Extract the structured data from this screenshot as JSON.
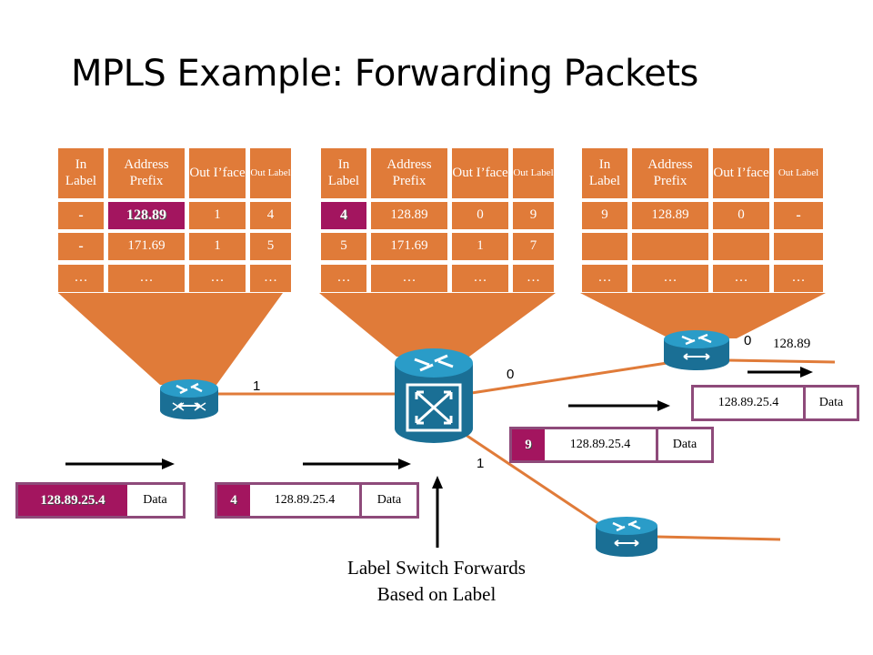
{
  "title": "MPLS Example:  Forwarding Packets",
  "tables": [
    {
      "headers": [
        "In Label",
        "Address Prefix",
        "Out I’face",
        "Out Label"
      ],
      "rows": [
        [
          "-",
          "128.89",
          "1",
          "4"
        ],
        [
          "-",
          "171.69",
          "1",
          "5"
        ],
        [
          "…",
          "…",
          "…",
          "…"
        ]
      ]
    },
    {
      "headers": [
        "In Label",
        "Address Prefix",
        "Out I’face",
        "Out Label"
      ],
      "rows": [
        [
          "4",
          "128.89",
          "0",
          "9"
        ],
        [
          "5",
          "171.69",
          "1",
          "7"
        ],
        [
          "…",
          "…",
          "…",
          "…"
        ]
      ]
    },
    {
      "headers": [
        "In Label",
        "Address Prefix",
        "Out I’face",
        "Out Label"
      ],
      "rows": [
        [
          "9",
          "128.89",
          "0",
          "-"
        ],
        [
          "",
          "",
          "",
          ""
        ],
        [
          "…",
          "…",
          "…",
          "…"
        ]
      ]
    }
  ],
  "packets": [
    {
      "label": "128.89.25.4",
      "address": "",
      "data": "Data"
    },
    {
      "label": "4",
      "address": "128.89.25.4",
      "data": "Data"
    },
    {
      "label": "9",
      "address": "128.89.25.4",
      "data": "Data"
    },
    {
      "label": "",
      "address": "128.89.25.4",
      "data": "Data"
    }
  ],
  "ports": {
    "edge_left_out": "1",
    "core_out_top": "0",
    "core_out_bottom": "1",
    "edge_right_in": "0"
  },
  "dest_prefix": "128.89",
  "caption_line1": "Label Switch Forwards",
  "caption_line2": "Based on Label",
  "colors": {
    "table": "#e07b39",
    "highlight": "#a3155f",
    "packet_border": "#8e4a7a",
    "router": "#1a7fa5"
  }
}
